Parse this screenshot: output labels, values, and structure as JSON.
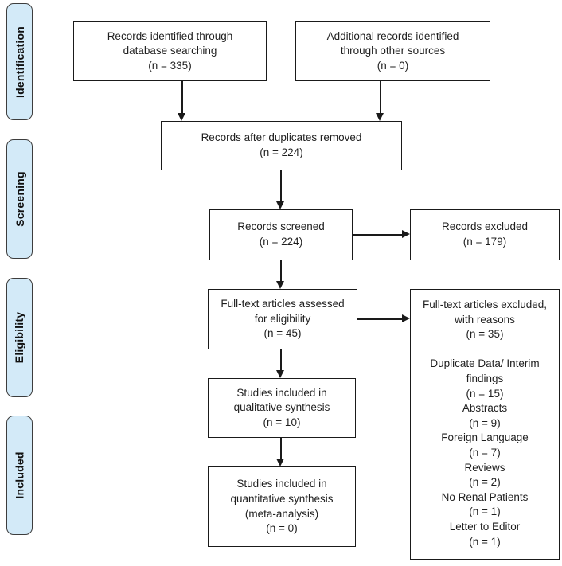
{
  "sidebar": {
    "labels": [
      {
        "id": "identification",
        "label": "Identification"
      },
      {
        "id": "screening",
        "label": "Screening"
      },
      {
        "id": "eligibility",
        "label": "Eligibility"
      },
      {
        "id": "included",
        "label": "Included"
      }
    ]
  },
  "boxes": {
    "records_identified": {
      "lines": [
        "Records identified through",
        "database searching",
        "(n = 335)"
      ]
    },
    "additional_records": {
      "lines": [
        "Additional records identified",
        "through other sources",
        "(n = 0)"
      ]
    },
    "duplicates_removed": {
      "lines": [
        "Records after duplicates removed",
        "(n = 224)"
      ]
    },
    "records_screened": {
      "lines": [
        "Records screened",
        "(n = 224)"
      ]
    },
    "records_excluded": {
      "lines": [
        "Records excluded",
        "(n = 179)"
      ]
    },
    "fulltext_assessed": {
      "lines": [
        "Full-text articles assessed",
        "for eligibility",
        "(n = 45)"
      ]
    },
    "fulltext_excluded": {
      "lines": [
        "Full-text articles excluded,",
        "with reasons",
        "(n = 35)",
        "",
        "Duplicate Data/ Interim",
        "findings",
        "(n = 15)",
        "Abstracts",
        "(n = 9)",
        "Foreign Language",
        "(n = 7)",
        "Reviews",
        "(n = 2)",
        "No Renal Patients",
        "(n = 1)",
        "Letter to Editor",
        "(n = 1)"
      ]
    },
    "qualitative_synthesis": {
      "lines": [
        "Studies included in",
        "qualitative synthesis",
        "(n = 10)"
      ]
    },
    "quantitative_synthesis": {
      "lines": [
        "Studies included in",
        "quantitative synthesis",
        "(meta-analysis)",
        "(n = 0)"
      ]
    }
  },
  "colors": {
    "stage_fill": "#d3eaf8",
    "stage_border": "#3d3d3d",
    "box_border": "#1a1a1a",
    "arrow": "#1a1a1a",
    "text": "#1f1f1f",
    "background": "#ffffff"
  }
}
